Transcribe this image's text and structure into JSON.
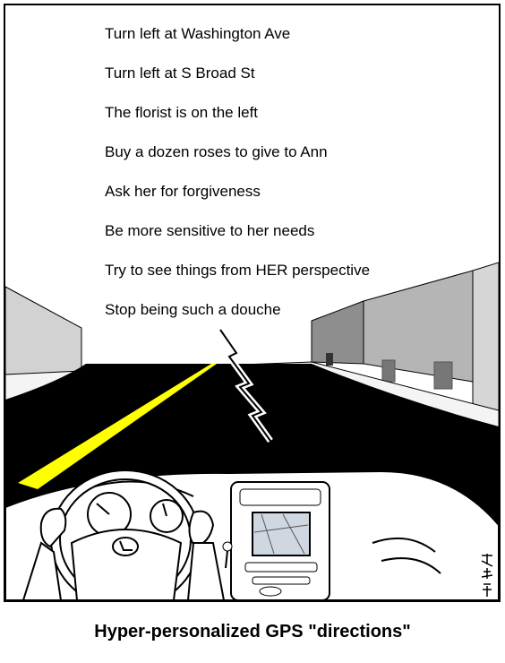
{
  "directions": [
    "Turn left at Washington Ave",
    "Turn left at S Broad St",
    "The florist is on the left",
    "Buy a dozen roses to give to Ann",
    "Ask her for forgiveness",
    "Be more sensitive to her needs",
    "Try to see things from HER perspective",
    "Stop being such a douche"
  ],
  "caption": "Hyper-personalized GPS \"directions\"",
  "colors": {
    "road": "#000000",
    "lane_line": "#ffff00",
    "building_left": "#c8c8c8",
    "building_right": "#a0a0a0"
  },
  "icons": {
    "logo": "lexus-logo-icon",
    "speech": "zigzag-speech-tail-icon",
    "signature": "artist-signature"
  }
}
